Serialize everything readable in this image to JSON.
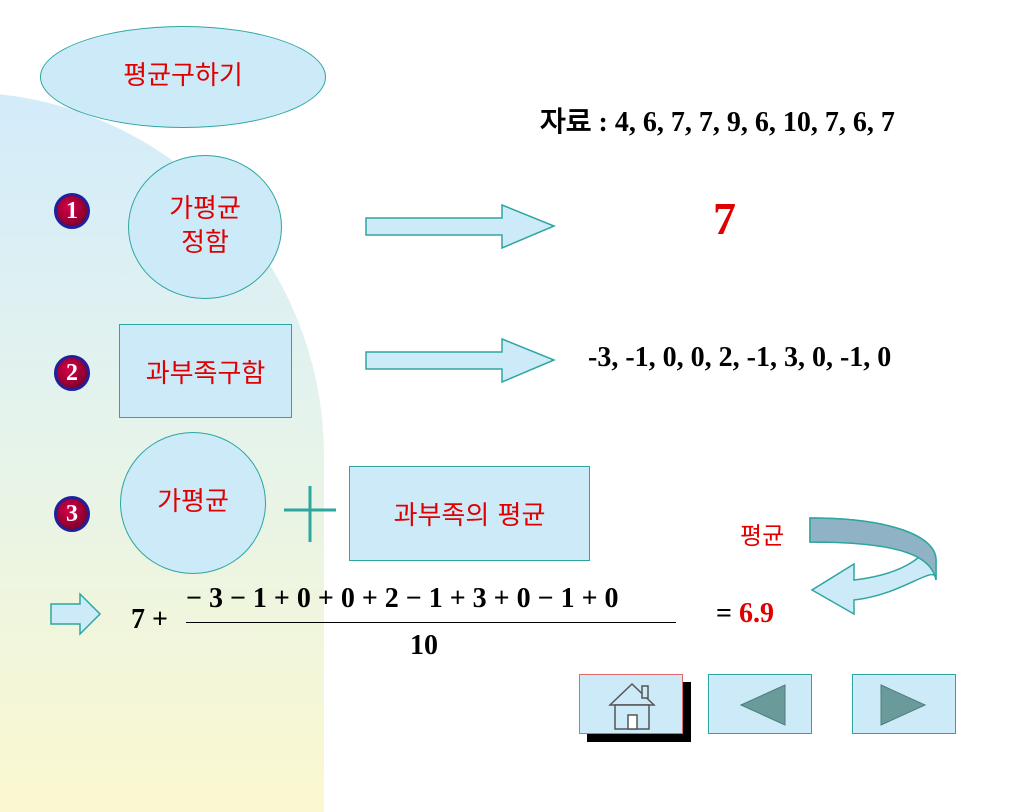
{
  "title": "평균구하기",
  "data_line": "자료 : 4, 6, 7, 7, 9, 6, 10, 7, 6, 7",
  "steps": [
    {
      "number": "1",
      "label_line1": "가평균",
      "label_line2": "정함",
      "result": "7"
    },
    {
      "number": "2",
      "label": "과부족구함",
      "result": "-3, -1, 0, 0, 2, -1, 3, 0, -1, 0"
    },
    {
      "number": "3",
      "label": "가평균",
      "plus": "+",
      "label_box": "과부족의 평균"
    }
  ],
  "average_label": "평균",
  "formula": {
    "lead": "7 +",
    "numerator": "− 3 − 1 + 0 + 0 + 2 − 1 + 3 + 0 − 1 + 0",
    "denominator": "10",
    "equals": "=",
    "result": "6.9"
  },
  "colors": {
    "accent": "#e00000",
    "shape_fill": "#cdeaf8",
    "shape_border": "#2ea6a0",
    "badge": "#990033"
  },
  "nav": {
    "home_icon": "home-icon",
    "prev_icon": "triangle-left-icon",
    "next_icon": "triangle-right-icon"
  }
}
